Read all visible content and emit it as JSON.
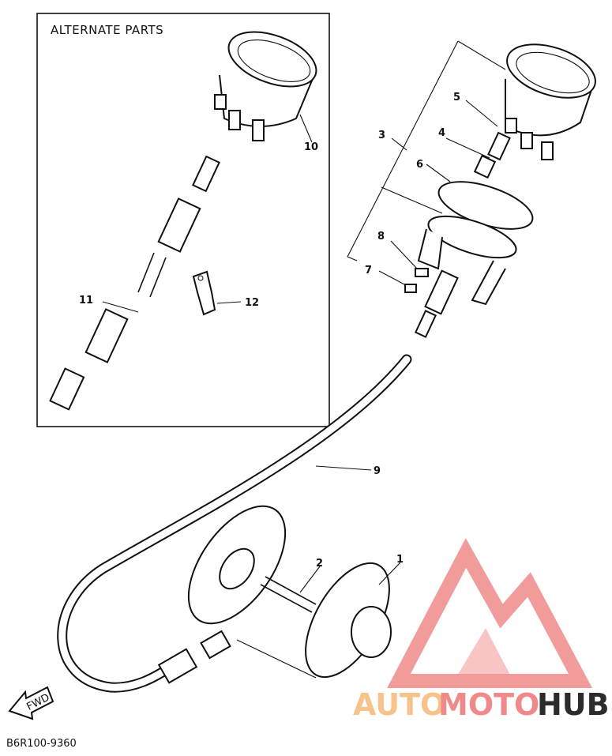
{
  "diagram": {
    "inset_title": "ALTERNATE PARTS",
    "drawing_code": "B6R100-9360",
    "fwd_label": "FWD",
    "callouts": {
      "p1": "1",
      "p2": "2",
      "p3": "3",
      "p4": "4",
      "p5": "5",
      "p6": "6",
      "p7": "7",
      "p8": "8",
      "p9": "9",
      "p10": "10",
      "p11": "11",
      "p12": "12"
    }
  },
  "watermark": {
    "part_auto": "AUTO",
    "part_moto": "MOTO",
    "part_hub": "HUB",
    "logo_color": "#f08a8a",
    "auto_color": "#f6c48a",
    "hub_color": "#2c2c2c"
  }
}
